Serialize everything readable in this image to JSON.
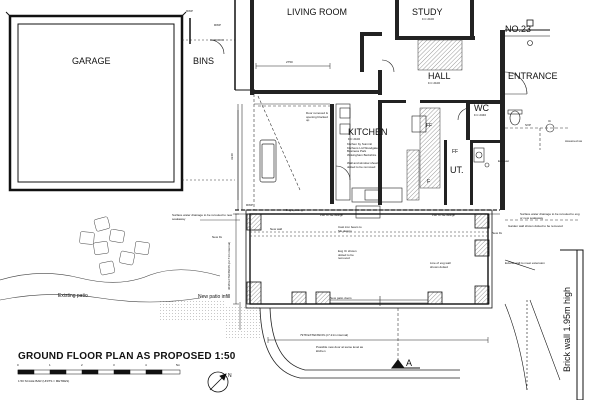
{
  "rooms": {
    "garage": "GARAGE",
    "bins": "BINS",
    "living_room": "LIVING ROOM",
    "study": "STUDY",
    "hall": "HALL",
    "kitchen": "KITCHEN",
    "wc": "WC",
    "ut": "UT.",
    "entrance": "ENTRANCE",
    "no23": "NO.23"
  },
  "room_codes": {
    "study": "F.C 2100",
    "hall": "F.C 2100",
    "kitchen": "F.C 2100",
    "wc": "F.C 2340"
  },
  "fixtures": {
    "ff": "FF",
    "ff2": "FF",
    "f": "F"
  },
  "dims": {
    "d2750": "2750",
    "d3340": "3340",
    "extension_vertical": "3038 EXTENSION (c2.71m internal)",
    "extension_horizontal": "7978 EXTENSION (c7.21m internal)"
  },
  "section": "A",
  "annotations": {
    "existing_patio": "Existing patio",
    "new_patio": "New patio infill",
    "brick_wall": "Brick wall 1.95m high",
    "new_ig": "New IG",
    "new_ig2": "New IG",
    "assumed_sw": "Assumed sw",
    "extend_wall": "Extend wall to meet extension",
    "garden_wall": "Garden wall shown dotted to be removed",
    "surface_water_left": "Surface water drainage to be rerouted to new soakaway",
    "surface_water_right": "Surface water drainage to be rerouted to exg or new soakaway",
    "door_removed": "Door removed & opening blocked up",
    "wall_removed": "Wall and window shown dotted to be removed",
    "new_patio_doors": "New patio doors",
    "possible_new_door": "Possible new door at same level as kitchen",
    "new_wall": "New wall",
    "exg_opening": "Exg opening",
    "pier_left": "Pier to SE design",
    "pier_right": "Pier to SE design",
    "exg_ic": "Exg IC shown dotted to be removed",
    "cast_iron": "Cast iron beam to SE design",
    "line_of_exg": "Line of exg wall shown dotted",
    "kitchen_note": "Kitchen by Summit Kitchens Ltd Woodgate Business Park Wokingham Berkshire"
  },
  "labels": {
    "title": "GROUND FLOOR PLAN AS PROPOSED 1:50",
    "scale_caption": "1:50 SCALE BAR (UNITS = METRES)",
    "scale_ticks": [
      "0",
      "1",
      "2",
      "3",
      "4",
      "5m"
    ],
    "north": "N",
    "rwp1": "RWP",
    "rwp2": "RWP",
    "rwp3": "RWP",
    "ic": "IC",
    "svp": "SVP",
    "exhaust": "Exhaust"
  }
}
